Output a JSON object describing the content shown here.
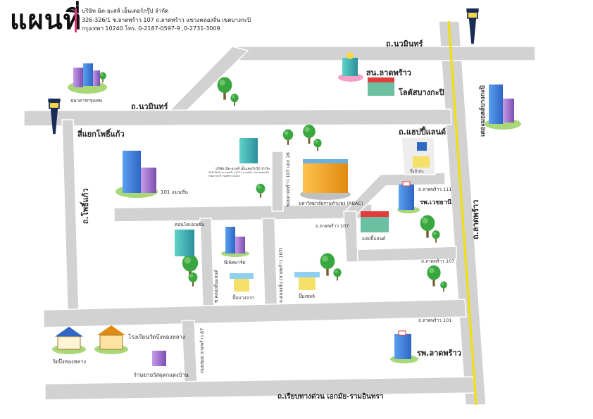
{
  "header": {
    "title": "แผนที่",
    "company": "บริษัท มิต-อะสส์ เอ็นเตอร์กรุ๊ป จำกัด",
    "address_line1": "326-326/1 ซ.ลาดพร้าว 107 ถ.ลาดพร้าว แขวงคลองจั่น เขตบางกะปิ",
    "address_line2": "กรุงเทพฯ 10240 โทร. 0-2187-0597-9 ,0-2731-3009"
  },
  "roads": {
    "nawamin_top": "ถ.นวมินทร์",
    "nawamin_left": "ถ.นวมินทร์",
    "happyland": "ถ.แฮปปี้แลนด์",
    "ladprao": "ถ.ลาดพร้าว",
    "serithai_pokaew": "ถ.โพธิ์แก้ว",
    "sri_yaek": "สี่แยกโพธิ์แก้ว",
    "ladprao_107_a": "ถ.ลาดพร้าว 107",
    "ladprao_107_b": "ถ.ลาดพร้าว 107",
    "ladprao_101": "ถ.ลาดพร้าว 101",
    "ladprao_111": "ถ.ลาดพร้าว 111",
    "ladprao_87": "ถนนซอย ลาดพร้าว 87",
    "soi_ladprao_107_26": "ซอยลาดพร้าว 107 แยก 26",
    "expressway": "ถ.เรียบทางด่วน เอกมัย-รามอินทรา",
    "soi_mid_vertical": "ถ.คลองลั่น (ลาดพร้าว 107)",
    "soi_small_vertical": "ซ.คลองจั่นแลนด์"
  },
  "places": {
    "bangkok_office": "ธนาคารกรุงเทพ",
    "post_office": "สน.ลาดพร้าว",
    "lotus": "โลตัสบางกะปิ",
    "the_mall": "เดอะมอลล์บางกะปิ",
    "building_101": "101 แมนชั่น",
    "company_label": "บริษัท มิต-อะสส์ เอ็นเตอร์กรุ๊ป จำกัด",
    "company_addr": "326-326/1 ซ.ลาดพร้าว 107 ถ.ลาดพร้าว แขวงคลองจั่น เขตบางกะปิ กรุงเทพฯ 10240",
    "ramkhamhaeng_inst": "มหาวิทยาลัยรามคำแหง (RBAC)",
    "hospital_vejthani": "รพ.เวชธานี",
    "store_right": "แฮปปี้แลนด์",
    "clinic_top_right": "ปั๊มน้ำมัน",
    "condo": "คอนโดแมนชั่น",
    "plaza": "พีเพิลพาร์ค",
    "gas1": "ปั๊มบางจาก",
    "gas2": "ปั๊มเชลล์",
    "temple": "วัดบึงทองหลาง",
    "school": "โรงเรียนวัดบึงทองหลาง",
    "shop": "ร้านขายวัสดุตกแต่งบ้าน",
    "hospital_ladprao": "รพ.ลาดพร้าว"
  },
  "colors": {
    "road": "#d2d2d2",
    "road_edge": "#ffffff",
    "main_road_line": "#f2e000",
    "pin": "#e0337a",
    "tree": "#3aa640",
    "building_blue": "#4a8fe0",
    "building_purple": "#9b6fcf",
    "building_orange": "#f5a623"
  },
  "icons": [
    "lamp-post-icon",
    "tree-icon",
    "building-icon",
    "gas-station-icon",
    "hospital-icon",
    "temple-icon",
    "school-icon"
  ]
}
